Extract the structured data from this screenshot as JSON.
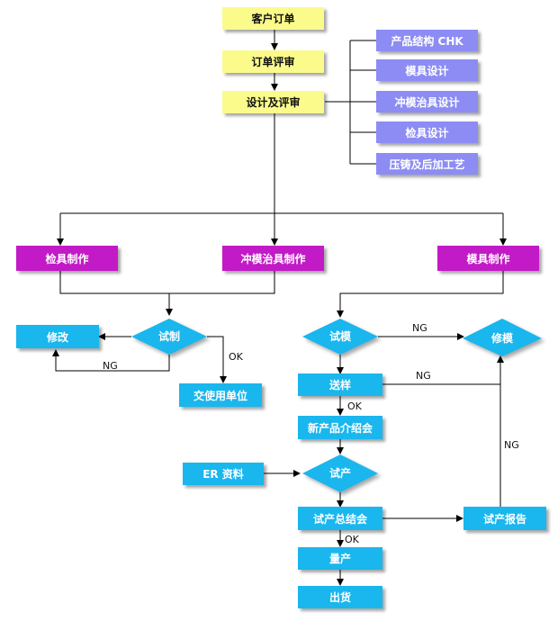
{
  "colors": {
    "yellow": "#fbfb8c",
    "purple": "#8c8cf4",
    "magenta": "#c21ac6",
    "cyan": "#1ab6ee",
    "line": "#000000"
  },
  "nodes": {
    "customer_order": "客户订单",
    "order_review": "订单评审",
    "design_review": "设计及评审",
    "product_structure_chk": "产品结构 CHK",
    "mold_design": "模具设计",
    "die_fixture_design": "冲模治具设计",
    "gauge_design": "检具设计",
    "die_casting_post": "压铸及后加工艺",
    "gauge_making": "检具制作",
    "die_fixture_making": "冲模治具制作",
    "mold_making": "模具制作",
    "modify": "修改",
    "trial_make": "试制",
    "deliver_to_user": "交使用单位",
    "trial_mold": "试模",
    "mold_repair": "修模",
    "sample_delivery": "送样",
    "new_product_intro": "新产品介绍会",
    "er_data": "ER 资料",
    "trial_production": "试产",
    "trial_production_summary": "试产总结会",
    "trial_production_report": "试产报告",
    "mass_production": "量产",
    "shipment": "出货"
  },
  "edge_labels": {
    "ng_modify": "NG",
    "ok_deliver": "OK",
    "ng_trial_mold": "NG",
    "ng_sample": "NG",
    "ok_sample": "OK",
    "ng_report": "NG",
    "ok_summary": "OK"
  }
}
